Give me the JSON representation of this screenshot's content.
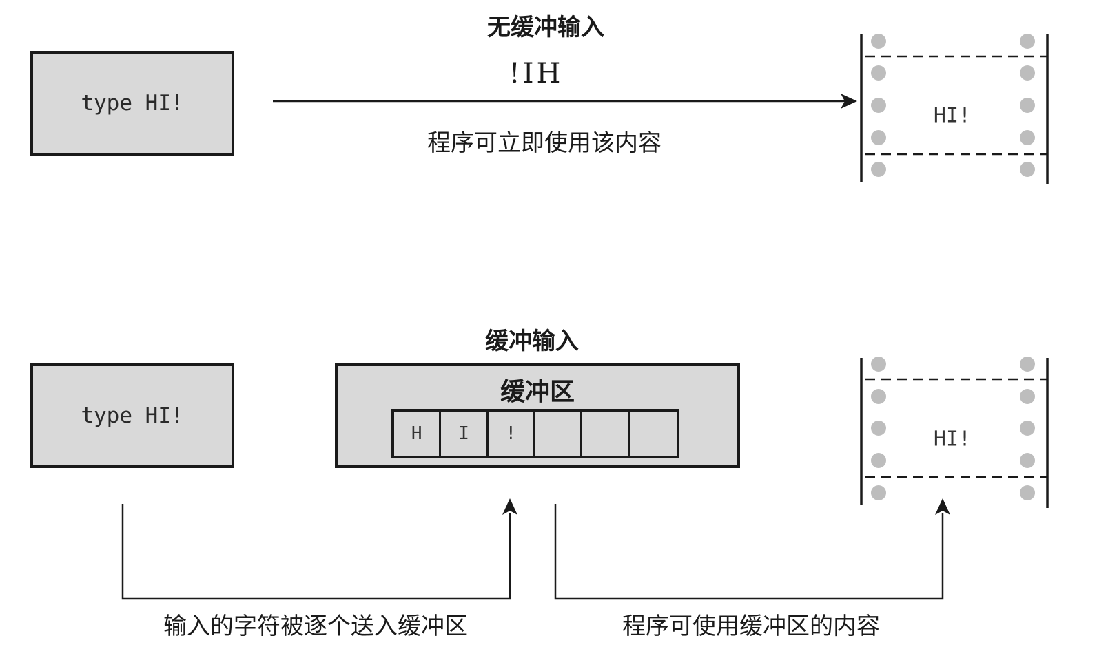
{
  "unbuffered": {
    "title": "无缓冲输入",
    "keyboard_text": "type HI!",
    "flow_text": "!IH",
    "caption": "程序可立即使用该内容",
    "screen_text": "HI!"
  },
  "buffered": {
    "title": "缓冲输入",
    "keyboard_text": "type HI!",
    "buffer_label": "缓冲区",
    "buffer_cells": [
      "H",
      "I",
      "!",
      "",
      "",
      ""
    ],
    "screen_text": "HI!",
    "caption_left": "输入的字符被逐个送入缓冲区",
    "caption_right": "程序可使用缓冲区的内容"
  }
}
